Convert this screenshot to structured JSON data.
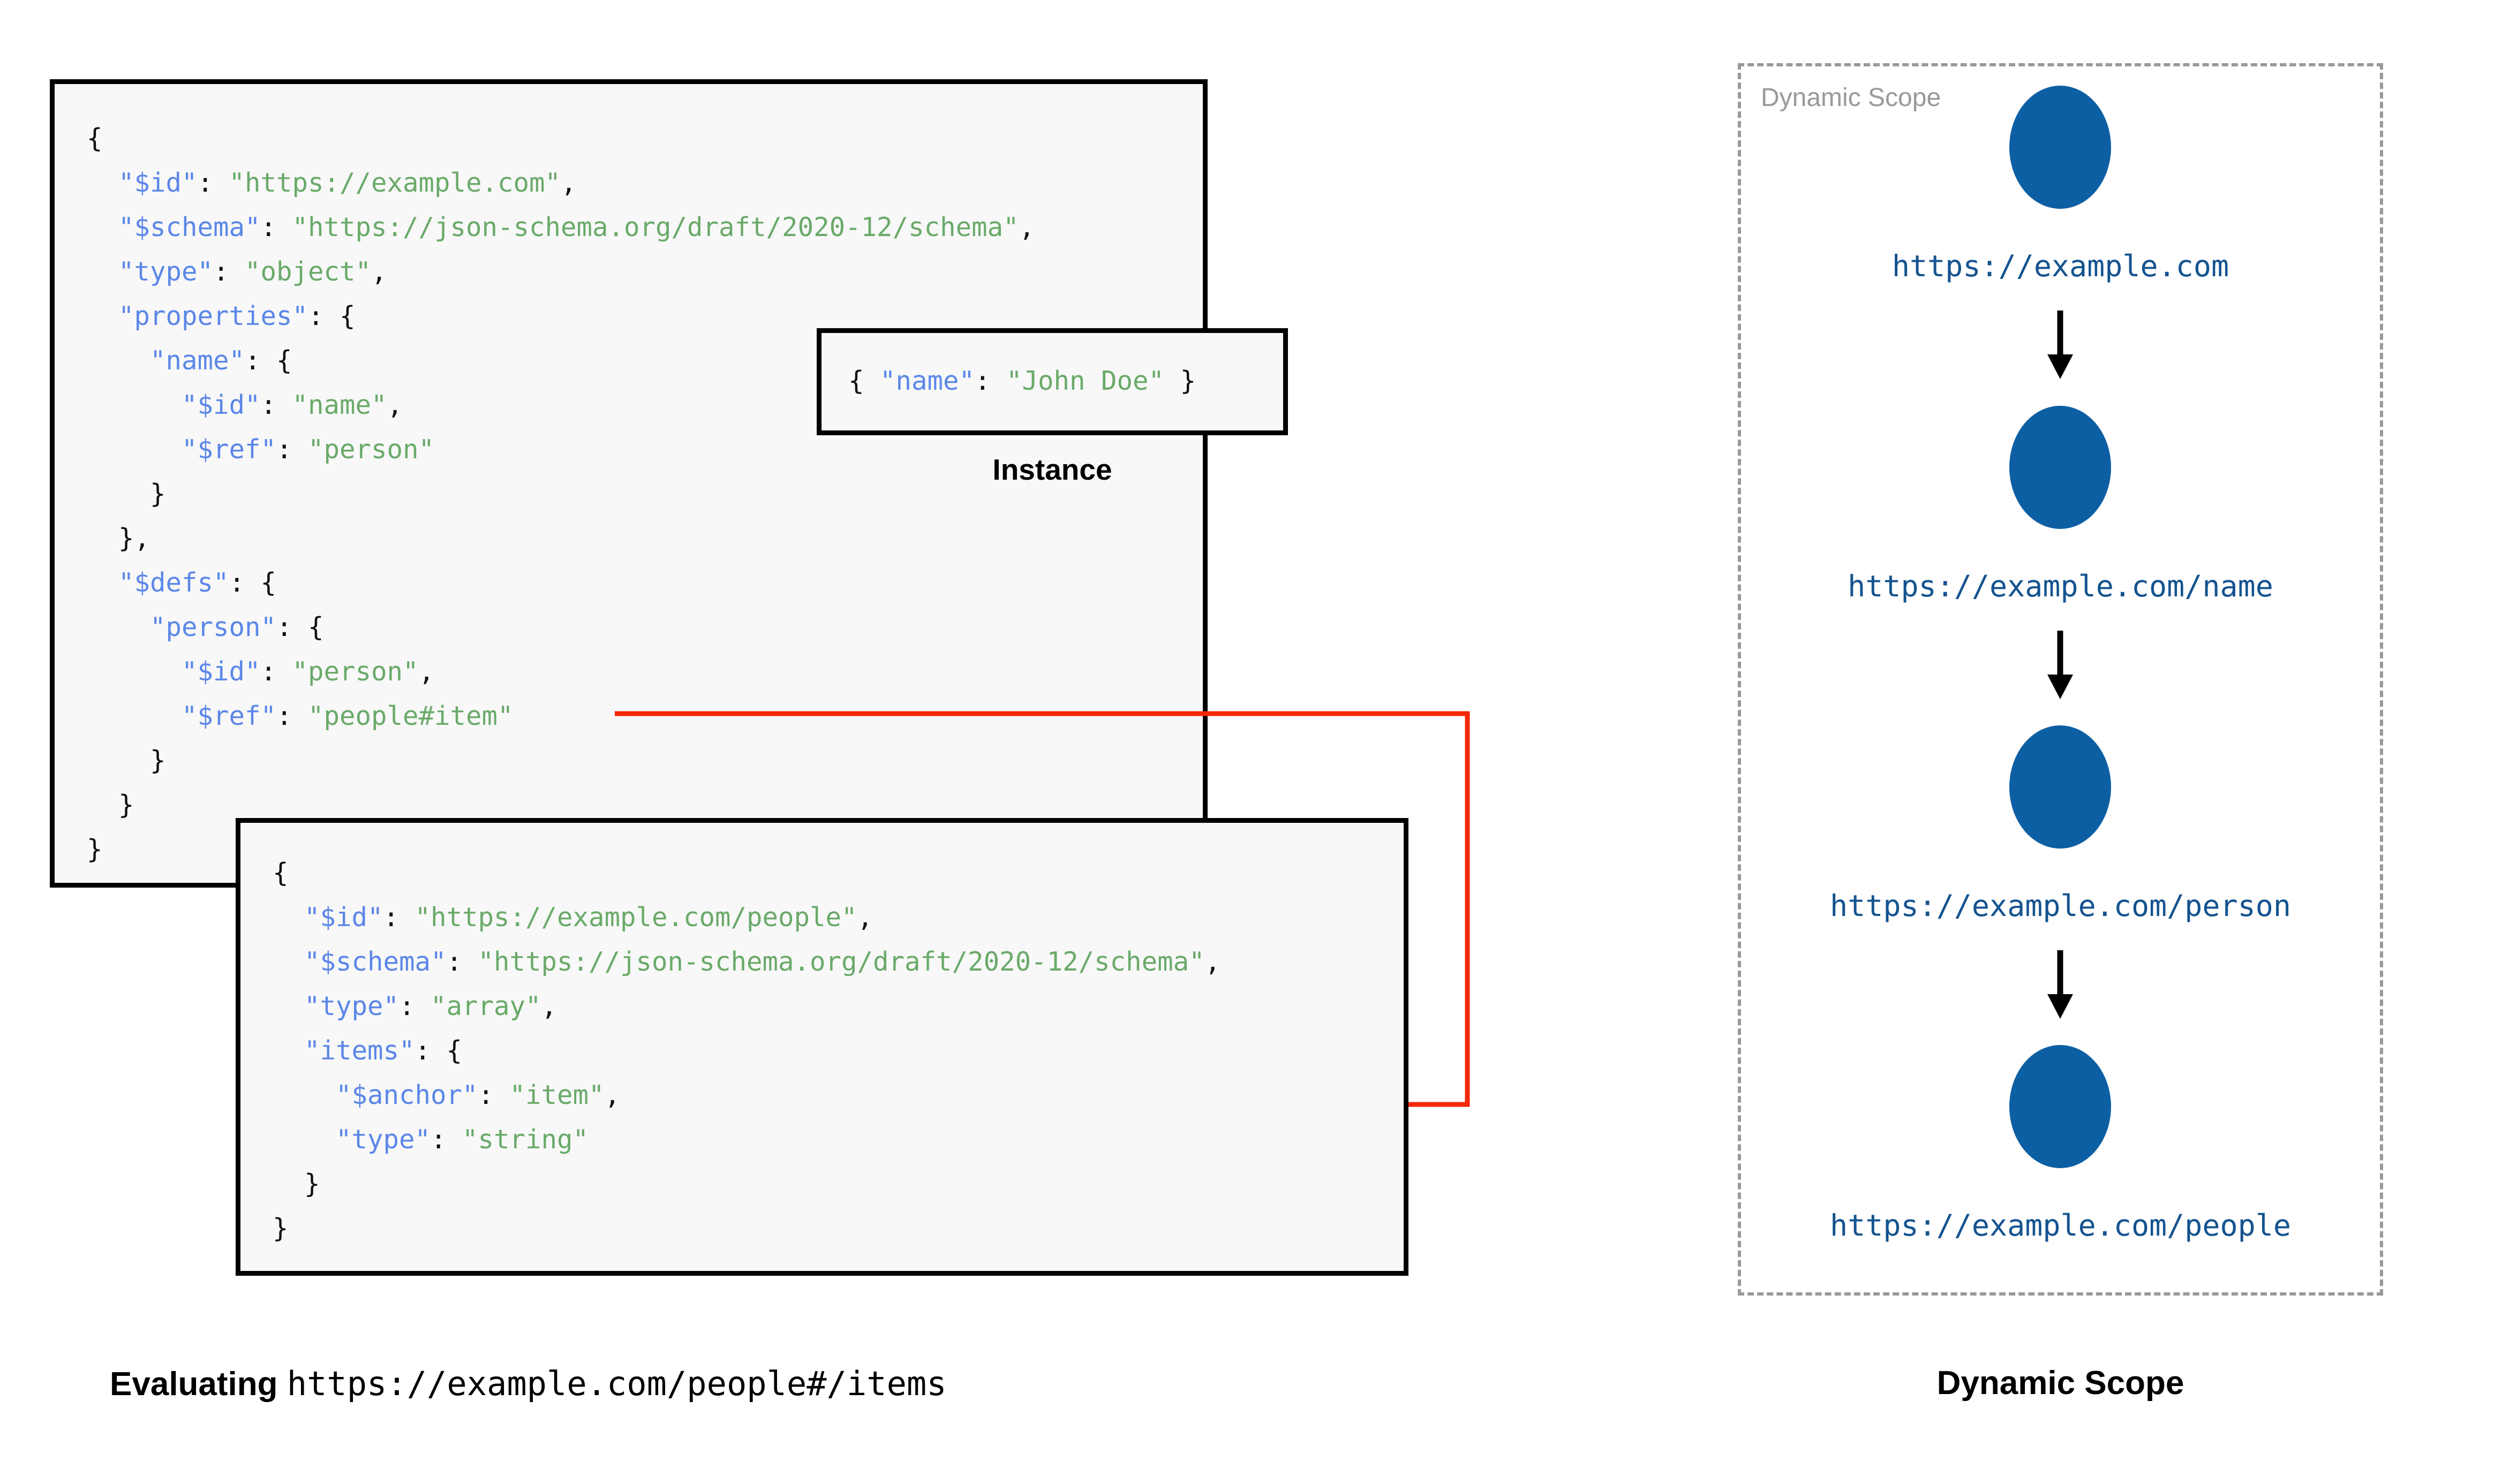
{
  "diagram": {
    "schema_box": {
      "name": "root-schema",
      "lines": [
        [
          {
            "t": "{",
            "c": "p"
          }
        ],
        [
          {
            "t": "  ",
            "c": "p"
          },
          {
            "t": "\"$id\"",
            "c": "k"
          },
          {
            "t": ": ",
            "c": "p"
          },
          {
            "t": "\"https://example.com\"",
            "c": "s"
          },
          {
            "t": ",",
            "c": "p"
          }
        ],
        [
          {
            "t": "  ",
            "c": "p"
          },
          {
            "t": "\"$schema\"",
            "c": "k"
          },
          {
            "t": ": ",
            "c": "p"
          },
          {
            "t": "\"https://json-schema.org/draft/2020-12/schema\"",
            "c": "s"
          },
          {
            "t": ",",
            "c": "p"
          }
        ],
        [
          {
            "t": "  ",
            "c": "p"
          },
          {
            "t": "\"type\"",
            "c": "k"
          },
          {
            "t": ": ",
            "c": "p"
          },
          {
            "t": "\"object\"",
            "c": "s"
          },
          {
            "t": ",",
            "c": "p"
          }
        ],
        [
          {
            "t": "  ",
            "c": "p"
          },
          {
            "t": "\"properties\"",
            "c": "k"
          },
          {
            "t": ": {",
            "c": "p"
          }
        ],
        [
          {
            "t": "    ",
            "c": "p"
          },
          {
            "t": "\"name\"",
            "c": "k"
          },
          {
            "t": ": {",
            "c": "p"
          }
        ],
        [
          {
            "t": "      ",
            "c": "p"
          },
          {
            "t": "\"$id\"",
            "c": "k"
          },
          {
            "t": ": ",
            "c": "p"
          },
          {
            "t": "\"name\"",
            "c": "s"
          },
          {
            "t": ",",
            "c": "p"
          }
        ],
        [
          {
            "t": "      ",
            "c": "p"
          },
          {
            "t": "\"$ref\"",
            "c": "k"
          },
          {
            "t": ": ",
            "c": "p"
          },
          {
            "t": "\"person\"",
            "c": "s"
          }
        ],
        [
          {
            "t": "    }",
            "c": "p"
          }
        ],
        [
          {
            "t": "  },",
            "c": "p"
          }
        ],
        [
          {
            "t": "  ",
            "c": "p"
          },
          {
            "t": "\"$defs\"",
            "c": "k"
          },
          {
            "t": ": {",
            "c": "p"
          }
        ],
        [
          {
            "t": "    ",
            "c": "p"
          },
          {
            "t": "\"person\"",
            "c": "k"
          },
          {
            "t": ": {",
            "c": "p"
          }
        ],
        [
          {
            "t": "      ",
            "c": "p"
          },
          {
            "t": "\"$id\"",
            "c": "k"
          },
          {
            "t": ": ",
            "c": "p"
          },
          {
            "t": "\"person\"",
            "c": "s"
          },
          {
            "t": ",",
            "c": "p"
          }
        ],
        [
          {
            "t": "      ",
            "c": "p"
          },
          {
            "t": "\"$ref\"",
            "c": "k"
          },
          {
            "t": ": ",
            "c": "p"
          },
          {
            "t": "\"people#item\"",
            "c": "s"
          }
        ],
        [
          {
            "t": "    }",
            "c": "p"
          }
        ],
        [
          {
            "t": "  }",
            "c": "p"
          }
        ],
        [
          {
            "t": "}",
            "c": "p"
          }
        ]
      ]
    },
    "instance_box": {
      "name": "instance",
      "caption": "Instance",
      "lines": [
        [
          {
            "t": "{ ",
            "c": "p"
          },
          {
            "t": "\"name\"",
            "c": "k"
          },
          {
            "t": ": ",
            "c": "p"
          },
          {
            "t": "\"John Doe\"",
            "c": "s"
          },
          {
            "t": " }",
            "c": "p"
          }
        ]
      ]
    },
    "people_box": {
      "name": "people-schema",
      "lines": [
        [
          {
            "t": "{",
            "c": "p"
          }
        ],
        [
          {
            "t": "  ",
            "c": "p"
          },
          {
            "t": "\"$id\"",
            "c": "k"
          },
          {
            "t": ": ",
            "c": "p"
          },
          {
            "t": "\"https://example.com/people\"",
            "c": "s"
          },
          {
            "t": ",",
            "c": "p"
          }
        ],
        [
          {
            "t": "  ",
            "c": "p"
          },
          {
            "t": "\"$schema\"",
            "c": "k"
          },
          {
            "t": ": ",
            "c": "p"
          },
          {
            "t": "\"https://json-schema.org/draft/2020-12/schema\"",
            "c": "s"
          },
          {
            "t": ",",
            "c": "p"
          }
        ],
        [
          {
            "t": "  ",
            "c": "p"
          },
          {
            "t": "\"type\"",
            "c": "k"
          },
          {
            "t": ": ",
            "c": "p"
          },
          {
            "t": "\"array\"",
            "c": "s"
          },
          {
            "t": ",",
            "c": "p"
          }
        ],
        [
          {
            "t": "  ",
            "c": "p"
          },
          {
            "t": "\"items\"",
            "c": "k"
          },
          {
            "t": ": {",
            "c": "p"
          }
        ],
        [
          {
            "t": "    ",
            "c": "p"
          },
          {
            "t": "\"$anchor\"",
            "c": "k"
          },
          {
            "t": ": ",
            "c": "p"
          },
          {
            "t": "\"item\"",
            "c": "s"
          },
          {
            "t": ",",
            "c": "p"
          }
        ],
        [
          {
            "t": "    ",
            "c": "p"
          },
          {
            "t": "\"type\"",
            "c": "k"
          },
          {
            "t": ": ",
            "c": "p"
          },
          {
            "t": "\"string\"",
            "c": "s"
          }
        ],
        [
          {
            "t": "  }",
            "c": "p"
          }
        ],
        [
          {
            "t": "}",
            "c": "p"
          }
        ]
      ]
    },
    "reference_arrow": {
      "name": "ref-to-anchor-arrow",
      "color": "#f42806",
      "from": "\"$ref\": \"people#item\"",
      "to": "\"$anchor\": \"item\""
    },
    "evaluating_caption": {
      "bold_prefix": "Evaluating",
      "mono_text": "https://example.com/people#/items"
    }
  },
  "scope_panel": {
    "panel_label": "Dynamic Scope",
    "caption": "Dynamic Scope",
    "node_color": "#0d5fa4",
    "label_color": "#14538f",
    "nodes": [
      {
        "label": "https://example.com"
      },
      {
        "label": "https://example.com/name"
      },
      {
        "label": "https://example.com/person"
      },
      {
        "label": "https://example.com/people"
      }
    ]
  },
  "colors": {
    "key": "#5b87e8",
    "string": "#6aaa6a",
    "punctuation": "#111111",
    "box_border": "#000000",
    "box_fill": "#f8f8f8",
    "dashed_border": "#999999",
    "red_arrow": "#f42806"
  }
}
